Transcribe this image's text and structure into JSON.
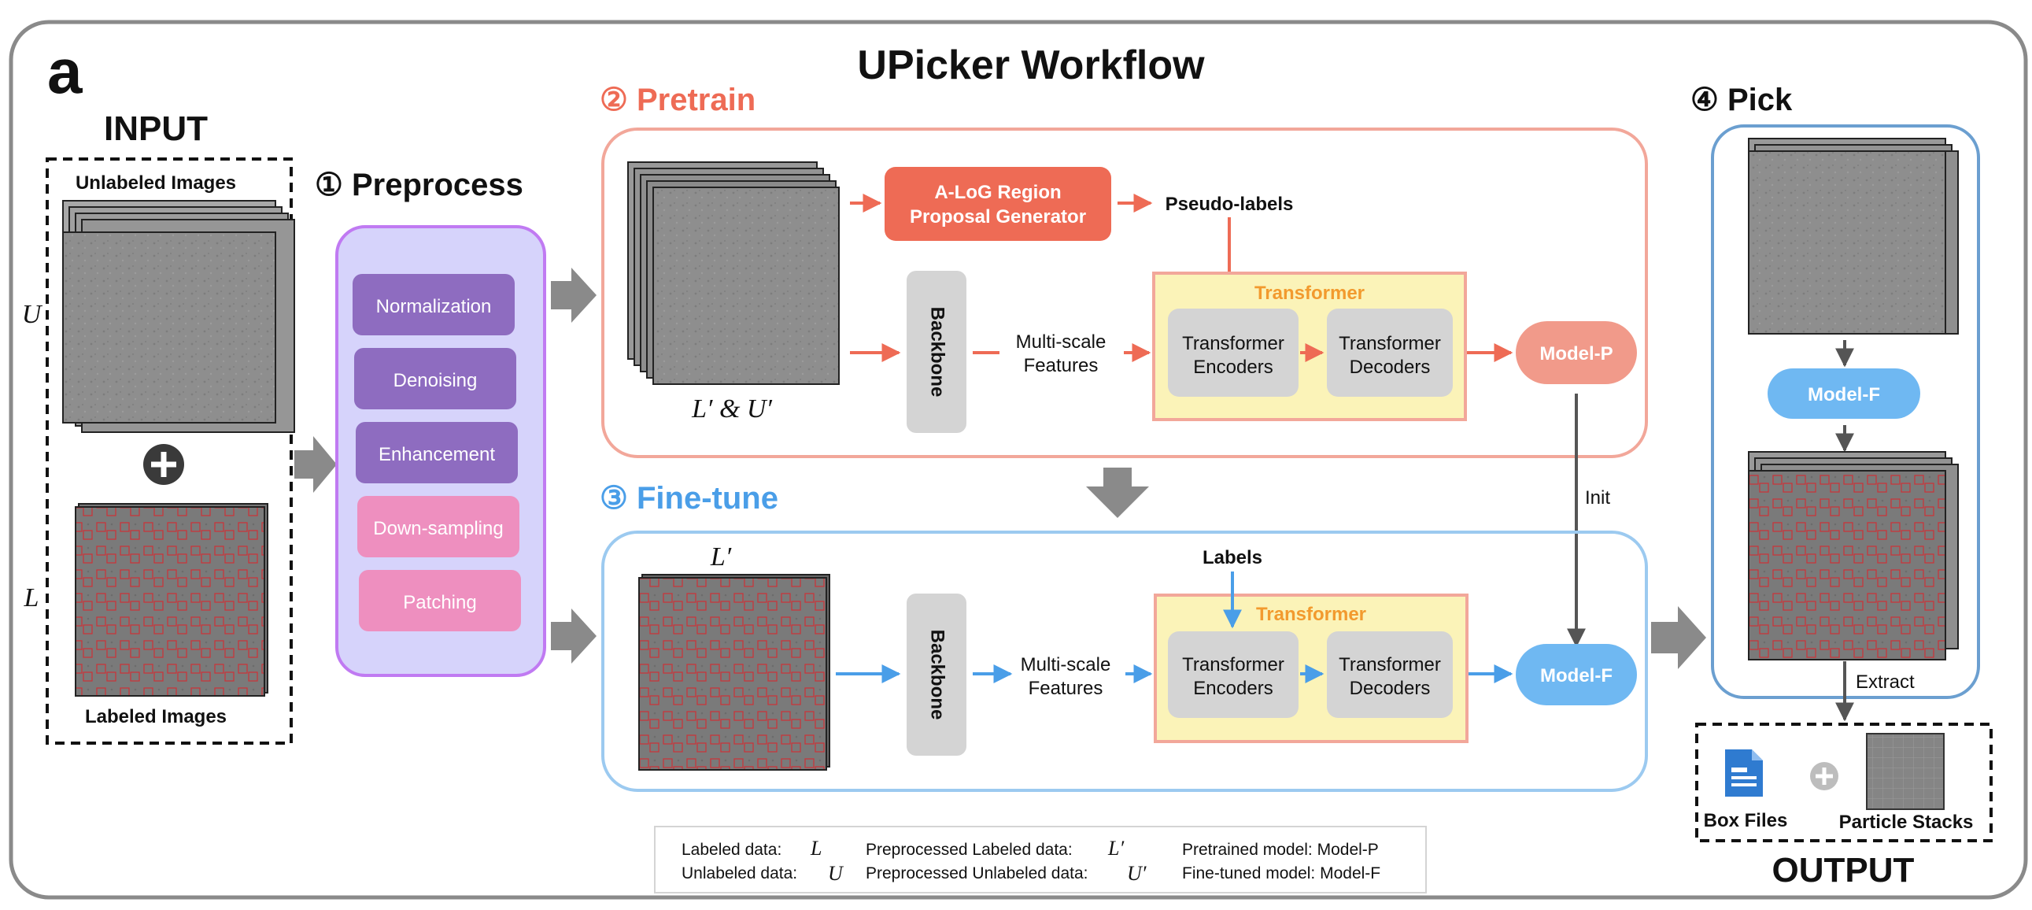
{
  "figure": {
    "panel_letter": "a",
    "title": "UPicker Workflow"
  },
  "input": {
    "title": "INPUT",
    "unlabeled_caption": "Unlabeled Images",
    "labeled_caption": "Labeled Images",
    "unlabeled_symbol": "U",
    "labeled_symbol": "L"
  },
  "preprocess": {
    "title": "①  Preprocess",
    "steps": [
      "Normalization",
      "Denoising",
      "Enhancement",
      "Down-sampling",
      "Patching"
    ]
  },
  "pretrain": {
    "title": "②  Pretrain",
    "image_caption": "L′ & U′",
    "alog_line1": "A-LoG Region",
    "alog_line2": "Proposal Generator",
    "pseudo_labels": "Pseudo-labels",
    "backbone": "Backbone",
    "features_line1": "Multi-scale",
    "features_line2": "Features",
    "transformer": "Transformer",
    "encoders_line1": "Transformer",
    "encoders_line2": "Encoders",
    "decoders_line1": "Transformer",
    "decoders_line2": "Decoders",
    "model": "Model-P"
  },
  "finetune": {
    "title": "③  Fine-tune",
    "image_caption": "L′",
    "labels": "Labels",
    "backbone": "Backbone",
    "features_line1": "Multi-scale",
    "features_line2": "Features",
    "transformer": "Transformer",
    "encoders_line1": "Transformer",
    "encoders_line2": "Encoders",
    "decoders_line1": "Transformer",
    "decoders_line2": "Decoders",
    "model": "Model-F",
    "init": "Init"
  },
  "pick": {
    "title": "④  Pick",
    "model": "Model-F",
    "extract": "Extract"
  },
  "output": {
    "title": "OUTPUT",
    "box_files": "Box Files",
    "particle_stacks": "Particle Stacks"
  },
  "legend": {
    "labeled_text": "Labeled data:",
    "labeled_symbol": "L",
    "unlabeled_text": "Unlabeled data:",
    "unlabeled_symbol": "U",
    "pre_labeled_text": "Preprocessed Labeled data:",
    "pre_labeled_symbol": "L′",
    "pre_unlabeled_text": "Preprocessed Unlabeled data:",
    "pre_unlabeled_symbol": "U′",
    "pretrained_text": "Pretrained model: Model-P",
    "finetuned_text": "Fine-tuned model: Model-F"
  },
  "colors": {
    "pretrain": "#ee6b55",
    "pretrain_box": "#f2a79a",
    "finetune": "#4a9ee8",
    "finetune_box": "#9ccaf0",
    "pick_box": "#6b9fd0",
    "preprocess_border": "#c07af2",
    "preprocess_fill": "#d6d3fb",
    "step_purple": "#8e6cc0",
    "step_pink": "#ee8fbf",
    "transformer_fill": "#fbf3b8",
    "transformer_label": "#f29a2e",
    "gray_block": "#d4d4d4",
    "model_p": "#f19a8a",
    "model_f": "#6fb8f2",
    "particle_red": "#c8353b"
  }
}
